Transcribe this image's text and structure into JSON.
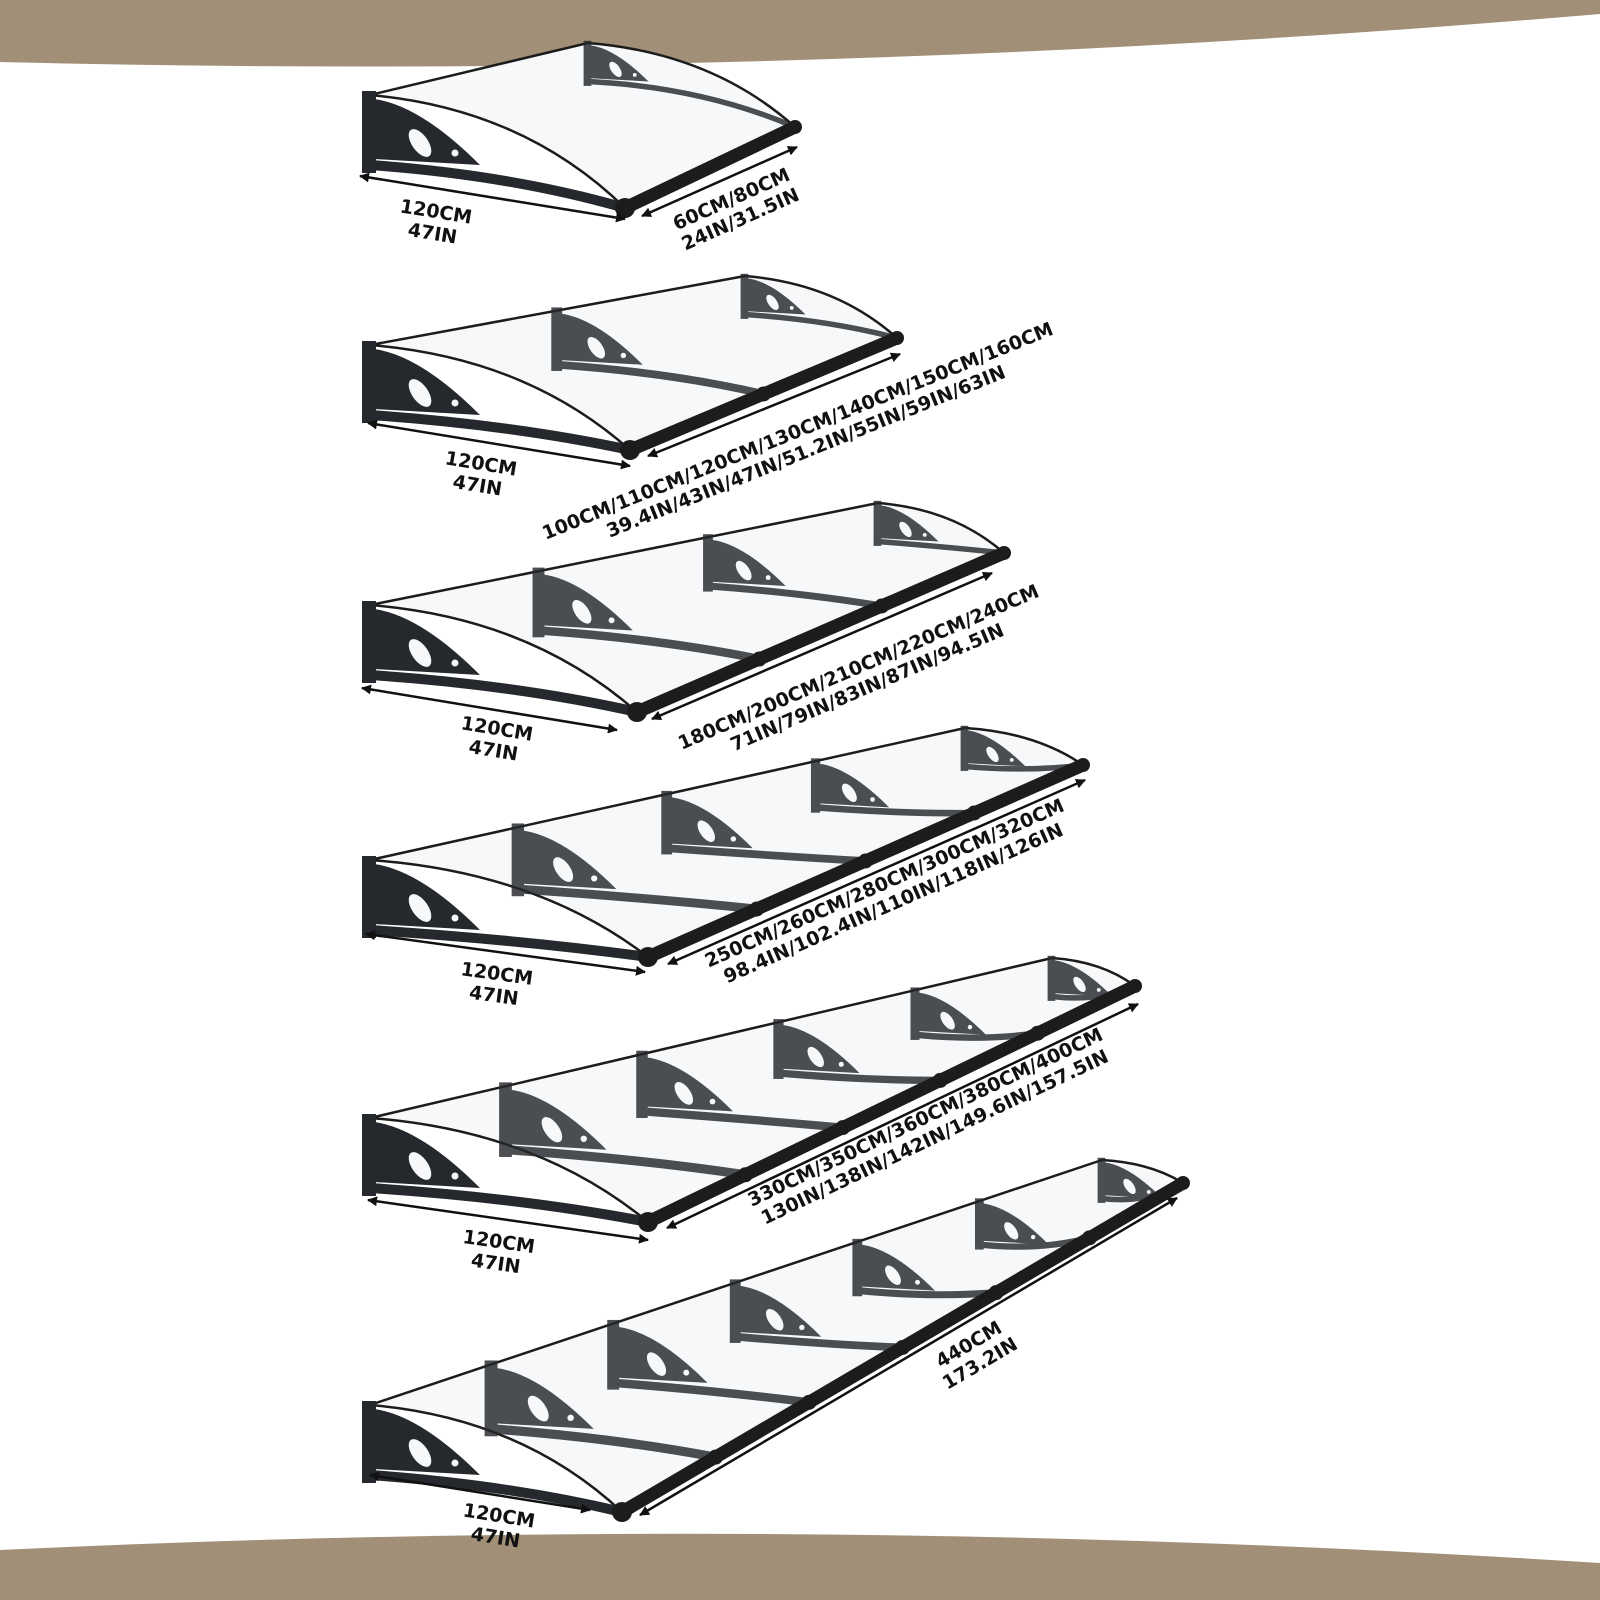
{
  "colors": {
    "frame": "#a28f77",
    "background": "#ffffff",
    "structure": "#1c1c1c",
    "panel": "#f6f8fa",
    "bracket": "#25282c"
  },
  "canopies": [
    {
      "panels": 1,
      "depth": {
        "cm": "120CM",
        "in": "47IN"
      },
      "width": {
        "cm": "60CM/80CM",
        "in": "24IN/31.5IN"
      }
    },
    {
      "panels": 2,
      "depth": {
        "cm": "120CM",
        "in": "47IN"
      },
      "width": {
        "cm": "100CM/110CM/120CM/130CM/140CM/150CM/160CM",
        "in": "39.4IN/43IN/47IN/51.2IN/55IN/59IN/63IN"
      }
    },
    {
      "panels": 3,
      "depth": {
        "cm": "120CM",
        "in": "47IN"
      },
      "width": {
        "cm": "180CM/200CM/210CM/220CM/240CM",
        "in": "71IN/79IN/83IN/87IN/94.5IN"
      }
    },
    {
      "panels": 4,
      "depth": {
        "cm": "120CM",
        "in": "47IN"
      },
      "width": {
        "cm": "250CM/260CM/280CM/300CM/320CM",
        "in": "98.4IN/102.4IN/110IN/118IN/126IN"
      }
    },
    {
      "panels": 5,
      "depth": {
        "cm": "120CM",
        "in": "47IN"
      },
      "width": {
        "cm": "330CM/350CM/360CM/380CM/400CM",
        "in": "130IN/138IN/142IN/149.6IN/157.5IN"
      }
    },
    {
      "panels": 6,
      "depth": {
        "cm": "120CM",
        "in": "47IN"
      },
      "width": {
        "cm": "440CM",
        "in": "173.2IN"
      }
    }
  ]
}
